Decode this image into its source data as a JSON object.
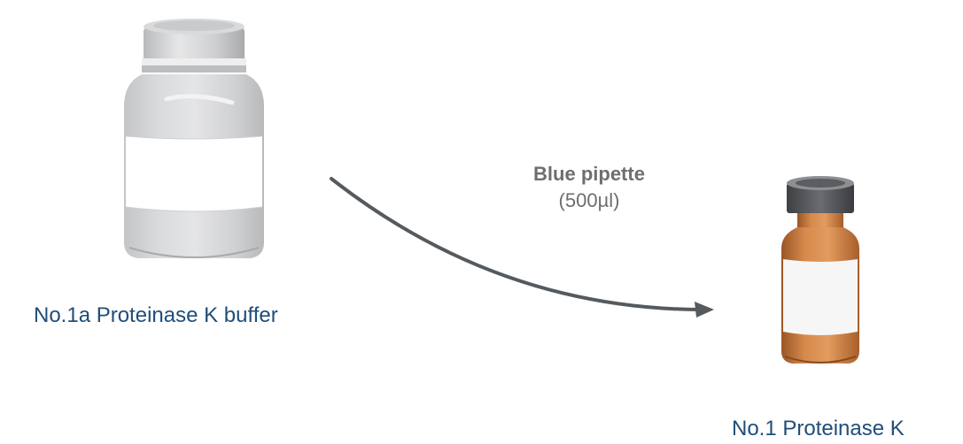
{
  "source": {
    "label": "No.1a Proteinase K buffer",
    "icon": "bottle-icon",
    "color": "#d7d8da"
  },
  "target": {
    "label": "No.1 Proteinase K",
    "icon": "vial-icon",
    "color": "#c8773a"
  },
  "transfer": {
    "tool": "Blue pipette",
    "volume": "(500µl)",
    "icon": "curved-arrow-icon",
    "color": "#555a5f"
  },
  "colors": {
    "label_text": "#1f4e7a",
    "annotation_text": "#6d6e71"
  }
}
